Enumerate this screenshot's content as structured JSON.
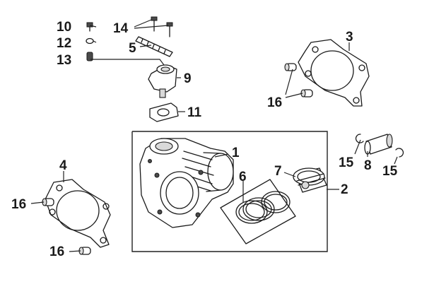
{
  "callouts": {
    "c1": "1",
    "c2": "2",
    "c3": "3",
    "c4": "4",
    "c5": "5",
    "c6": "6",
    "c7": "7",
    "c8": "8",
    "c9": "9",
    "c10": "10",
    "c11": "11",
    "c12": "12",
    "c13": "13",
    "c14": "14",
    "c15a": "15",
    "c15b": "15",
    "c16a": "16",
    "c16b": "16",
    "c16c": "16"
  },
  "colors": {
    "ink": "#1a1a1a",
    "shade": "#d9d9d9",
    "background": "#ffffff"
  }
}
